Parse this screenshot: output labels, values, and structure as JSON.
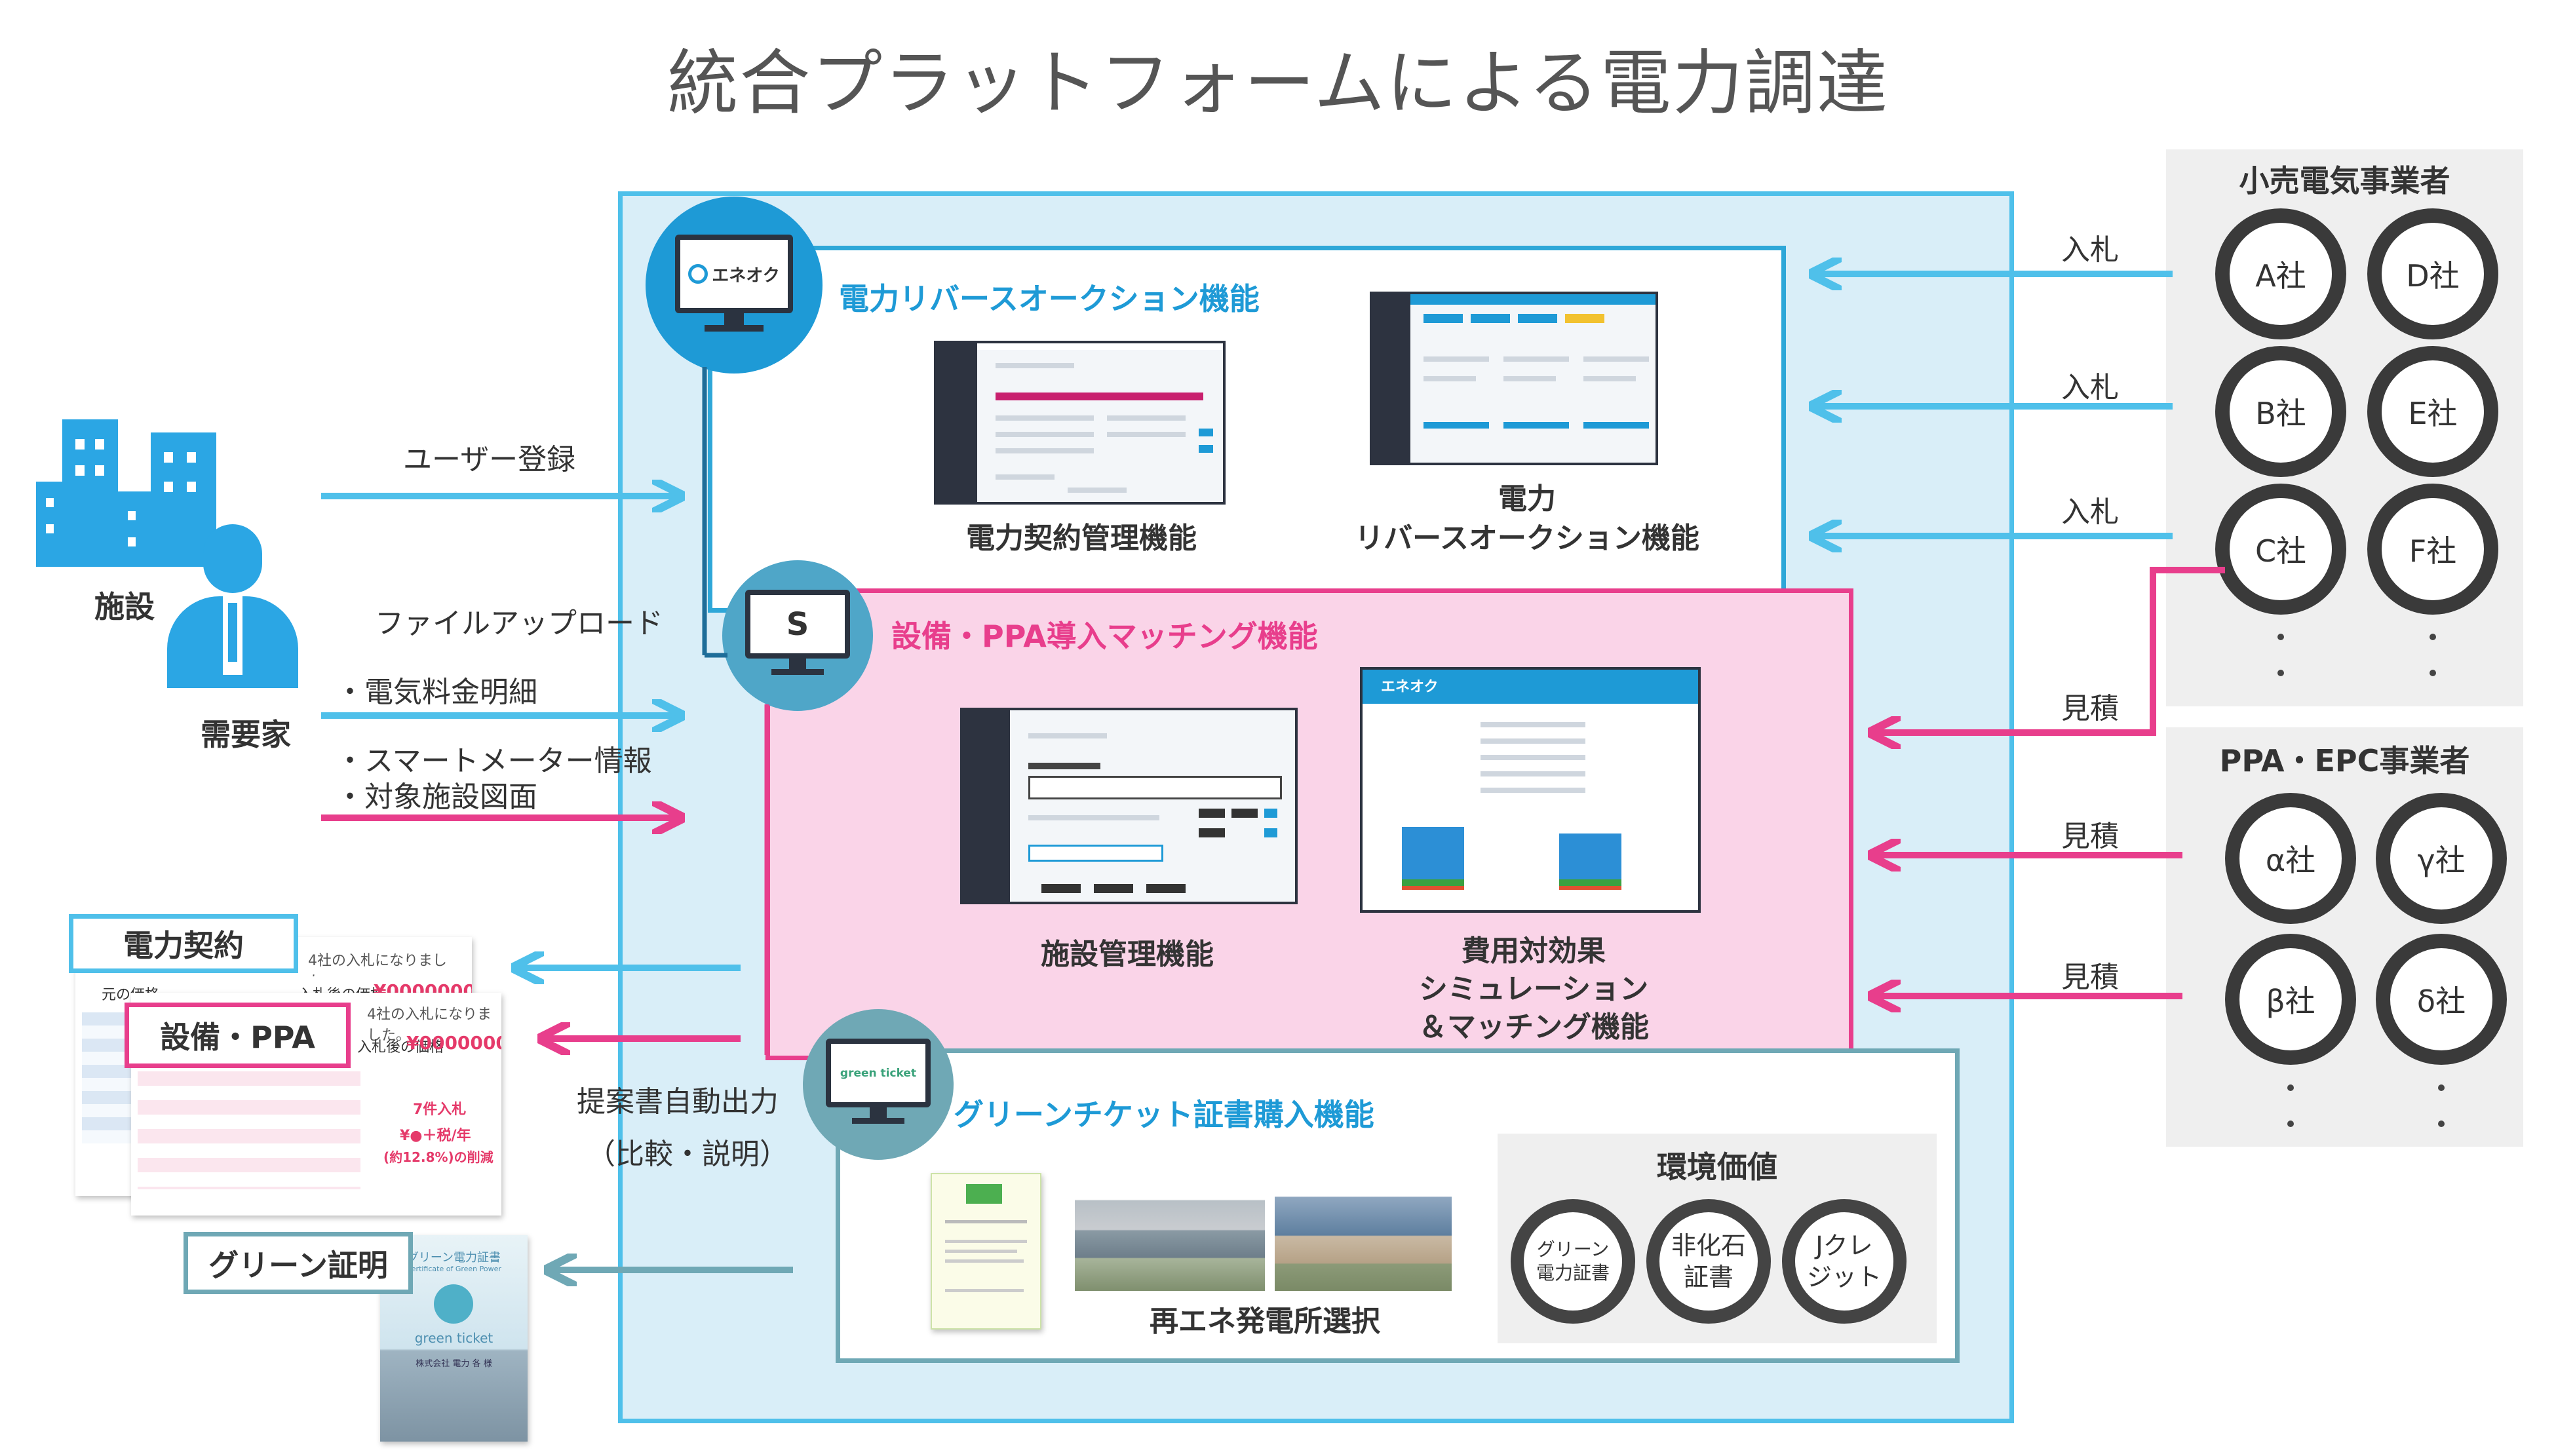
{
  "title": "統合プラットフォームによる電力調達",
  "colors": {
    "blue": "#4fc0ea",
    "pink": "#e83e8c",
    "teal": "#6fa8b5",
    "dark": "#2b3340"
  },
  "left": {
    "facility_label": "施設",
    "consumer_label": "需要家",
    "user_registration": "ユーザー登録",
    "file_upload": "ファイルアップロード",
    "upload_items": [
      "・電気料金明細",
      "・スマートメーター情報",
      "・対象施設図面"
    ],
    "proposal_output": "提案書自動出力",
    "proposal_note": "（比較・説明）",
    "doc_labels": {
      "power_contract": "電力契約",
      "equipment_ppa": "設備・PPA",
      "green_cert": "グリーン証明"
    },
    "doc_content": {
      "bid_notice": "4社の入札になりました。",
      "original_price": "元の価格",
      "after_bid_price": "入札後の価格",
      "price": "¥0000000",
      "amount_sample": "7件入札",
      "monthly": "¥●＋税/年",
      "rate": "(約12.8%)の削減",
      "gc_title": "グリーン電力証書",
      "gc_subtitle": "Certificate of Green Power",
      "gc_brand": "green ticket",
      "gc_footer": "株式会社 電力 各 様"
    }
  },
  "auction": {
    "badge": "エネオク",
    "title": "電力リバースオークション機能",
    "left_screen_caption": "電力契約管理機能",
    "right_screen_caption_1": "電力",
    "right_screen_caption_2": "リバースオークション機能"
  },
  "ppa": {
    "badge": "S",
    "title": "設備・PPA導入マッチング機能",
    "left_screen_caption": "施設管理機能",
    "right_caption_lines": [
      "費用対効果",
      "シミュレーション",
      "＆マッチング機能"
    ],
    "screen_brand": "エネオク"
  },
  "green": {
    "badge": "green ticket",
    "title": "グリーンチケット証書購入機能",
    "plant_caption": "再エネ発電所選択",
    "env_title": "環境価値",
    "env_items": [
      "グリーン\n電力証書",
      "非化石\n証書",
      "Jクレ\nジット"
    ]
  },
  "retail": {
    "title": "小売電気事業者",
    "companies": [
      "A社",
      "D社",
      "B社",
      "E社",
      "C社",
      "F社"
    ],
    "bid_labels": [
      "入札",
      "入札",
      "入札"
    ],
    "estimate_label": "見積"
  },
  "ppa_epc": {
    "title": "PPA・EPC事業者",
    "companies": [
      "α社",
      "γ社",
      "β社",
      "δ社"
    ],
    "estimate_labels": [
      "見積",
      "見積"
    ]
  }
}
